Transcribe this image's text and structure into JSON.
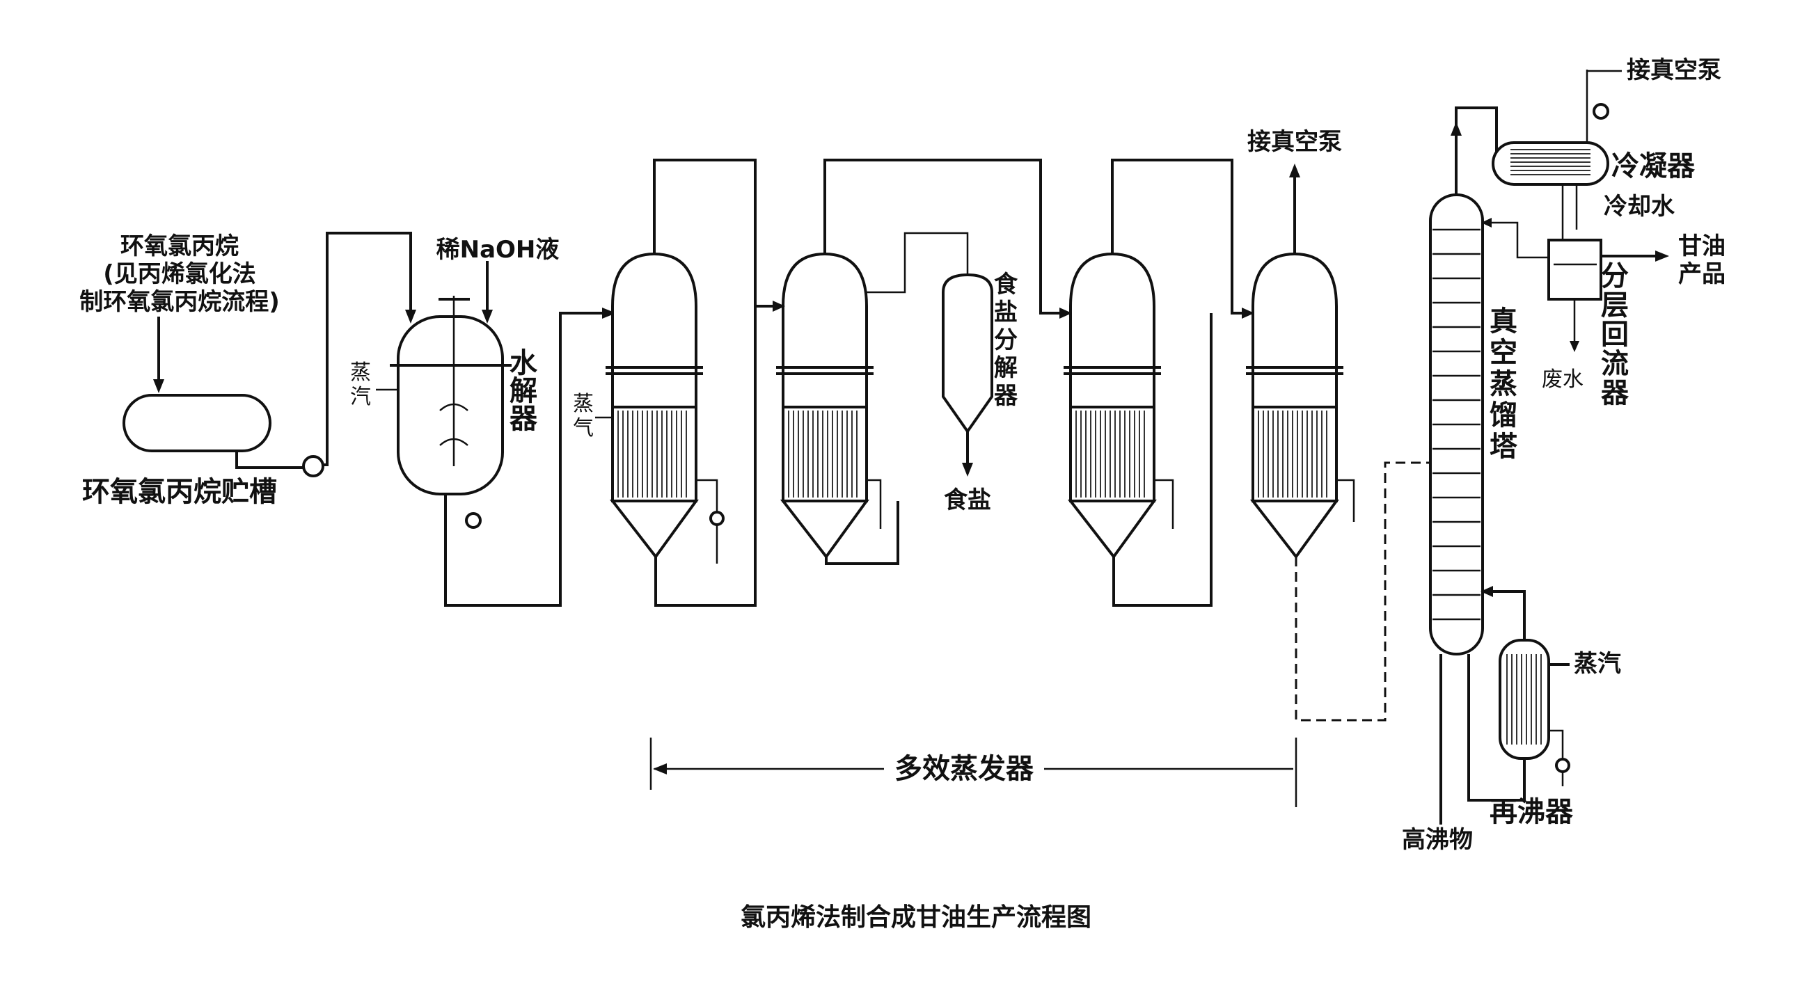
{
  "diagram": {
    "source": {
      "line1": "环氧氯丙烷",
      "line2": "(见丙烯氯化法",
      "line3": "制环氧氯丙烷流程)"
    },
    "storage_tank": "环氧氯丙烷贮槽",
    "naoh": "稀NaOH液",
    "steam_hydrolyzer": [
      "蒸",
      "汽"
    ],
    "hydrolyzer": [
      "水",
      "解",
      "器"
    ],
    "steam_evap": [
      "蒸",
      "气"
    ],
    "salt_separator": [
      "食",
      "盐",
      "分",
      "解",
      "器"
    ],
    "salt": "食盐",
    "vacuum_pump_1": "接真空泵",
    "vacuum_pump_2": "接真空泵",
    "condenser": "冷凝器",
    "cooling_water": "冷却水",
    "product": [
      "甘油",
      "产品"
    ],
    "reflux_tank": [
      "分",
      "层",
      "回",
      "流",
      "器"
    ],
    "waste_water": "废水",
    "column": [
      "真",
      "空",
      "蒸",
      "馏",
      "塔"
    ],
    "steam_reboiler": "蒸汽",
    "reboiler": "再沸器",
    "heavy_ends": "高沸物",
    "multi_effect": "多效蒸发器"
  },
  "caption": "氯丙烯法制合成甘油生产流程图"
}
